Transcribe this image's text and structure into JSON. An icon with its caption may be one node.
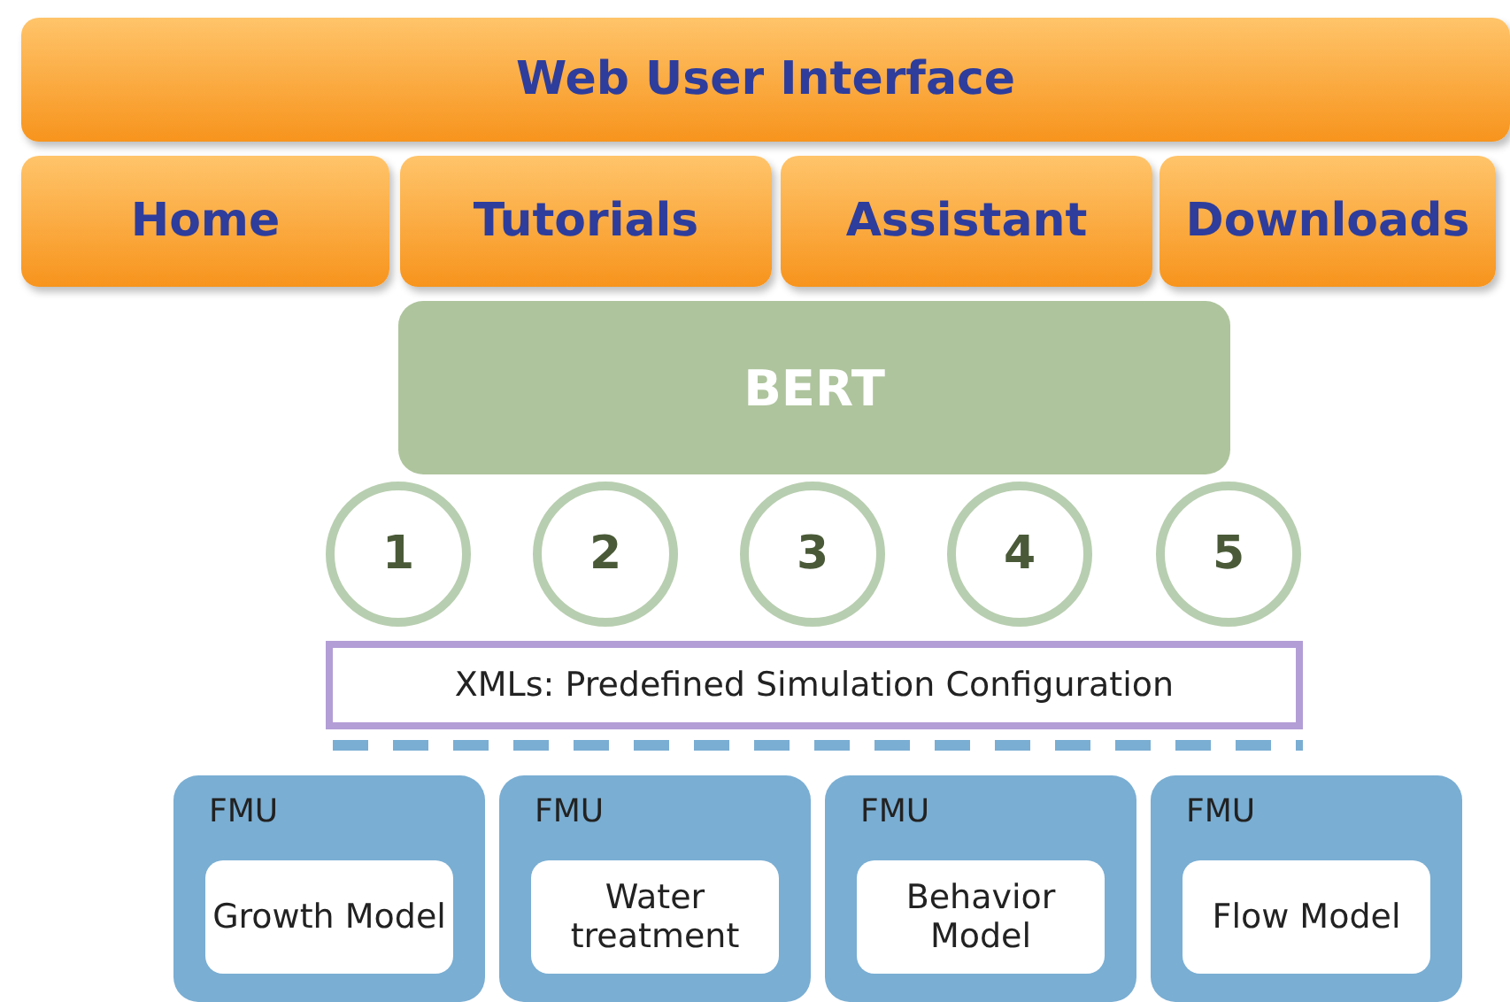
{
  "diagram": {
    "nodes": [
      {
        "text": [
          "Web User Interface"
        ]
      },
      {
        "text": [
          "Home"
        ]
      },
      {
        "text": [
          "Tutorials"
        ]
      },
      {
        "text": [
          "Assistant"
        ]
      },
      {
        "text": [
          "Downloads"
        ]
      },
      {
        "text": [
          "BERT"
        ]
      },
      {
        "text": [
          "1"
        ]
      },
      {
        "text": [
          "2"
        ]
      },
      {
        "text": [
          "3"
        ]
      },
      {
        "text": [
          "4"
        ]
      },
      {
        "text": [
          "5"
        ]
      },
      {
        "text": [
          "XMLs: Predefined Simulation Configuration"
        ]
      },
      {
        "text": [
          "FMU"
        ]
      },
      {
        "text": [
          "Growth Model"
        ],
        "in": 12
      },
      {
        "text": [
          "FMU"
        ]
      },
      {
        "text": [
          "Water treatment"
        ],
        "in": 14
      },
      {
        "text": [
          "FMU"
        ]
      },
      {
        "text": [
          "Behavior Model"
        ],
        "in": 16
      },
      {
        "text": [
          "FMU"
        ]
      },
      {
        "text": [
          "Flow Model"
        ],
        "in": 18
      }
    ]
  }
}
